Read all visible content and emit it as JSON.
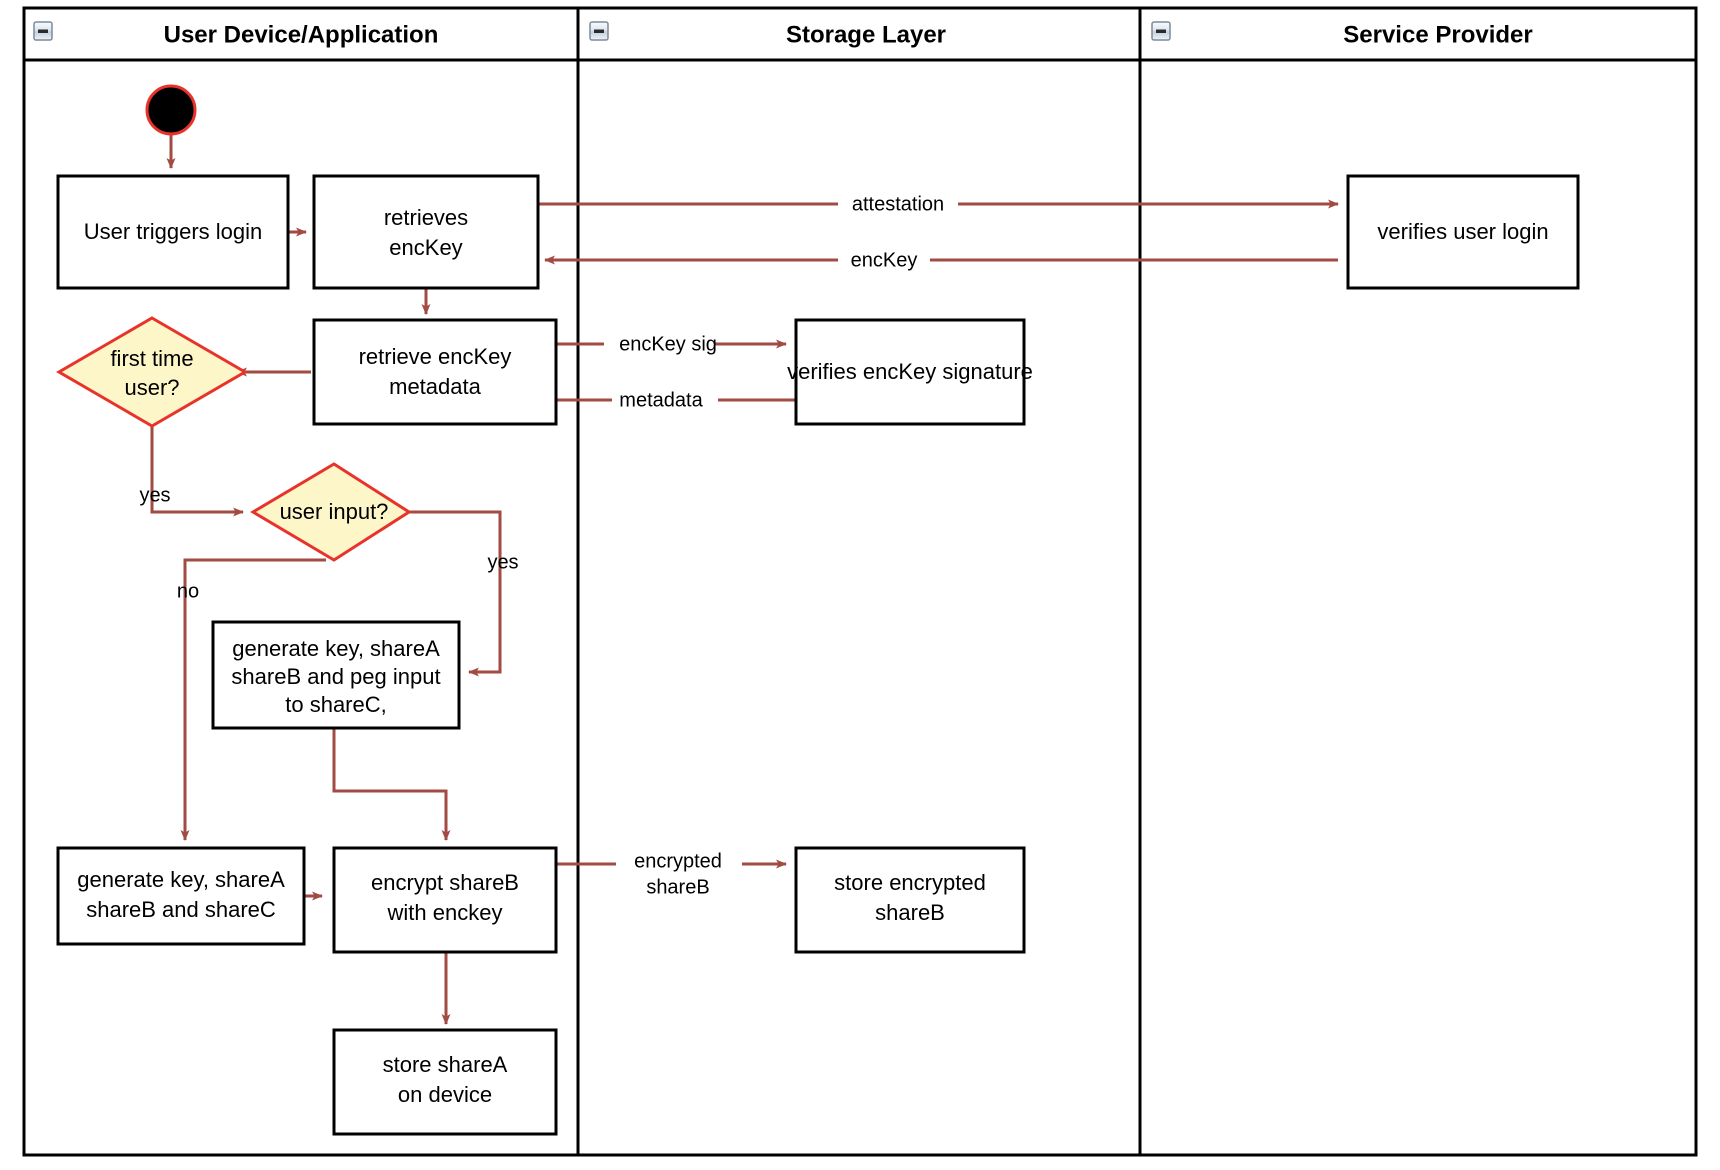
{
  "diagram": {
    "type": "uml-activity-swimlane",
    "colors": {
      "flow": "#a24b43",
      "decision_fill": "#fdf6c9",
      "decision_stroke": "#e8332a",
      "node_stroke": "#000000",
      "node_fill": "#ffffff",
      "start_fill": "#000000",
      "start_stroke": "#e8332a",
      "frame": "#000000"
    },
    "lanes": [
      {
        "id": "user-device",
        "title": "User Device/Application",
        "collapse_icon": "minus-icon"
      },
      {
        "id": "storage-layer",
        "title": "Storage Layer",
        "collapse_icon": "minus-icon"
      },
      {
        "id": "service-provider",
        "title": "Service Provider",
        "collapse_icon": "minus-icon"
      }
    ],
    "nodes": [
      {
        "id": "start",
        "lane": "user-device",
        "shape": "initial-node",
        "label": ""
      },
      {
        "id": "user-triggers-login",
        "lane": "user-device",
        "shape": "activity",
        "lines": [
          "User triggers login"
        ]
      },
      {
        "id": "retrieves-enckey",
        "lane": "user-device",
        "shape": "activity",
        "lines": [
          "retrieves",
          "encKey"
        ]
      },
      {
        "id": "verifies-user-login",
        "lane": "service-provider",
        "shape": "activity",
        "lines": [
          "verifies user login"
        ]
      },
      {
        "id": "retrieve-enckey-metadata",
        "lane": "user-device",
        "shape": "activity",
        "lines": [
          "retrieve encKey",
          "metadata"
        ]
      },
      {
        "id": "verifies-enckey-signature",
        "lane": "storage-layer",
        "shape": "activity",
        "lines": [
          "verifies encKey signature"
        ]
      },
      {
        "id": "first-time-user",
        "lane": "user-device",
        "shape": "decision",
        "lines": [
          "first time",
          "user?"
        ]
      },
      {
        "id": "user-input",
        "lane": "user-device",
        "shape": "decision",
        "lines": [
          "user input?"
        ]
      },
      {
        "id": "generate-peg",
        "lane": "user-device",
        "shape": "activity",
        "lines": [
          "generate key, shareA",
          "shareB and peg input",
          "to shareC,"
        ]
      },
      {
        "id": "generate-shares",
        "lane": "user-device",
        "shape": "activity",
        "lines": [
          "generate key, shareA",
          "shareB and shareC"
        ]
      },
      {
        "id": "encrypt-shareb",
        "lane": "user-device",
        "shape": "activity",
        "lines": [
          "encrypt shareB",
          "with enckey"
        ]
      },
      {
        "id": "store-encrypted-shareb",
        "lane": "storage-layer",
        "shape": "activity",
        "lines": [
          "store encrypted",
          "shareB"
        ]
      },
      {
        "id": "store-sharea-on-device",
        "lane": "user-device",
        "shape": "activity",
        "lines": [
          "store shareA",
          "on device"
        ]
      }
    ],
    "edges": [
      {
        "id": "e-start-login",
        "from": "start",
        "to": "user-triggers-login",
        "label": ""
      },
      {
        "id": "e-login-retrieves",
        "from": "user-triggers-login",
        "to": "retrieves-enckey",
        "label": ""
      },
      {
        "id": "e-attestation",
        "from": "retrieves-enckey",
        "to": "verifies-user-login",
        "label": "attestation"
      },
      {
        "id": "e-enckey-back",
        "from": "verifies-user-login",
        "to": "retrieves-enckey",
        "label": "encKey"
      },
      {
        "id": "e-retrieves-metadata",
        "from": "retrieves-enckey",
        "to": "retrieve-enckey-metadata",
        "label": ""
      },
      {
        "id": "e-enckey-sig",
        "from": "retrieve-enckey-metadata",
        "to": "verifies-enckey-signature",
        "label": "encKey sig"
      },
      {
        "id": "e-metadata",
        "from": "verifies-enckey-signature",
        "to": "retrieve-enckey-metadata",
        "label": "metadata"
      },
      {
        "id": "e-metadata-firsttime",
        "from": "retrieve-enckey-metadata",
        "to": "first-time-user",
        "label": ""
      },
      {
        "id": "e-firsttime-yes",
        "from": "first-time-user",
        "to": "user-input",
        "label": "yes"
      },
      {
        "id": "e-userinput-yes",
        "from": "user-input",
        "to": "generate-peg",
        "label": "yes"
      },
      {
        "id": "e-userinput-no",
        "from": "user-input",
        "to": "generate-shares",
        "label": "no"
      },
      {
        "id": "e-peg-encrypt",
        "from": "generate-peg",
        "to": "encrypt-shareb",
        "label": ""
      },
      {
        "id": "e-shares-encrypt",
        "from": "generate-shares",
        "to": "encrypt-shareb",
        "label": ""
      },
      {
        "id": "e-encrypted-shareb",
        "from": "encrypt-shareb",
        "to": "store-encrypted-shareb",
        "label": "encrypted\nshareB"
      },
      {
        "id": "e-encrypt-store-sharea",
        "from": "encrypt-shareb",
        "to": "store-sharea-on-device",
        "label": ""
      }
    ],
    "labels": {
      "lane1_title": "User Device/Application",
      "lane2_title": "Storage Layer",
      "lane3_title": "Service Provider",
      "n_user_triggers_login": "User triggers login",
      "n_retrieves_l1": "retrieves",
      "n_retrieves_l2": "encKey",
      "n_verifies_user_login": "verifies user login",
      "n_retrieve_meta_l1": "retrieve encKey",
      "n_retrieve_meta_l2": "metadata",
      "n_verifies_sig": "verifies encKey signature",
      "n_first_time_l1": "first time",
      "n_first_time_l2": "user?",
      "n_user_input": "user input?",
      "n_gen_peg_l1": "generate key, shareA",
      "n_gen_peg_l2": "shareB and peg input",
      "n_gen_peg_l3": "to shareC,",
      "n_gen_shares_l1": "generate key, shareA",
      "n_gen_shares_l2": "shareB and shareC",
      "n_encrypt_l1": "encrypt shareB",
      "n_encrypt_l2": "with enckey",
      "n_store_enc_l1": "store encrypted",
      "n_store_enc_l2": "shareB",
      "n_store_sharea_l1": "store shareA",
      "n_store_sharea_l2": "on device",
      "e_attestation": "attestation",
      "e_enckey": "encKey",
      "e_enckey_sig": "encKey sig",
      "e_metadata": "metadata",
      "e_yes_firsttime": "yes",
      "e_yes_userinput": "yes",
      "e_no_userinput": "no",
      "e_encrypted_l1": "encrypted",
      "e_encrypted_l2": "shareB"
    }
  }
}
